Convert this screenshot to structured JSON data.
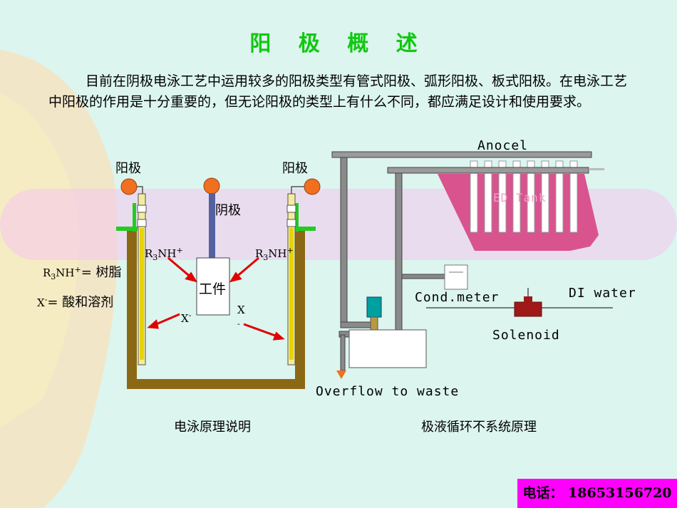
{
  "slide": {
    "title": "阳 极 概 述",
    "intro": "目前在阴极电泳工艺中运用较多的阳极类型有管式阳极、弧形阳极、板式阳极。在电泳工艺中阳极的作用是十分重要的，但无论阳极的类型上有什么不同，都应满足设计和使用要求。",
    "phone": "电话： 18653156720"
  },
  "left_diagram": {
    "anode_left": "阳极",
    "anode_right": "阳极",
    "cathode": "阴极",
    "workpiece": "工件",
    "r3nh_main": "R",
    "r3nh_sub": "3",
    "r3nh_tail": "NH",
    "r3nh_sup": "+",
    "legend_resin": "= 树脂",
    "legend_x": "X",
    "legend_x_sup": "-",
    "legend_acid": "= 酸和溶剂",
    "x_left": "X",
    "x_left_sup": "-",
    "x_right": "X",
    "x_right_sub": "-",
    "caption": "电泳原理说明"
  },
  "right_diagram": {
    "anocel": "Anocel",
    "tank_label": "ED Tank",
    "cond_meter": "Cond.meter",
    "di_water": "DI water",
    "solenoid": "Solenoid",
    "overflow": "Overflow to waste",
    "caption": "极液循环不系统原理"
  },
  "colors": {
    "title": "#10c810",
    "tank_wall": "#8b6914",
    "tank_fill": "#d9538f",
    "arrow": "#e00000",
    "anode_ball": "#f07020",
    "phone_bg": "#ff00ff"
  }
}
